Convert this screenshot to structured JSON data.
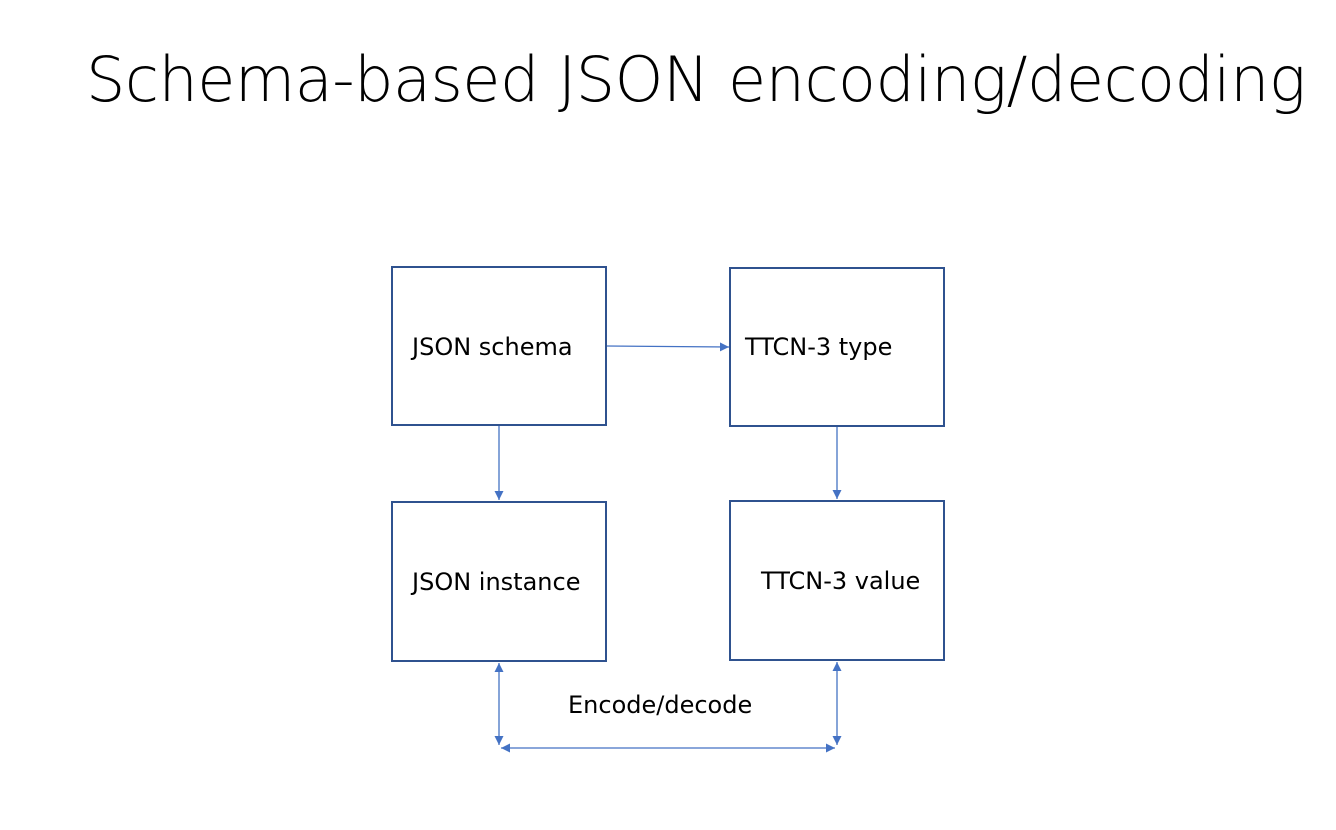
{
  "title": "Schema-based JSON encoding/decoding",
  "diagram": {
    "nodes": {
      "json_schema": "JSON schema",
      "ttcn3_type": "TTCN-3 type",
      "json_instance": "JSON instance",
      "ttcn3_value": "TTCN-3 value"
    },
    "edges": [
      {
        "from": "json_schema",
        "to": "ttcn3_type",
        "label": ""
      },
      {
        "from": "json_schema",
        "to": "json_instance",
        "label": ""
      },
      {
        "from": "ttcn3_type",
        "to": "ttcn3_value",
        "label": ""
      },
      {
        "from": "json_instance",
        "to": "ttcn3_value",
        "label": "Encode/decode",
        "bidirectional": true
      }
    ],
    "colors": {
      "box_border": "#2f528f",
      "arrow": "#4472c4"
    }
  }
}
